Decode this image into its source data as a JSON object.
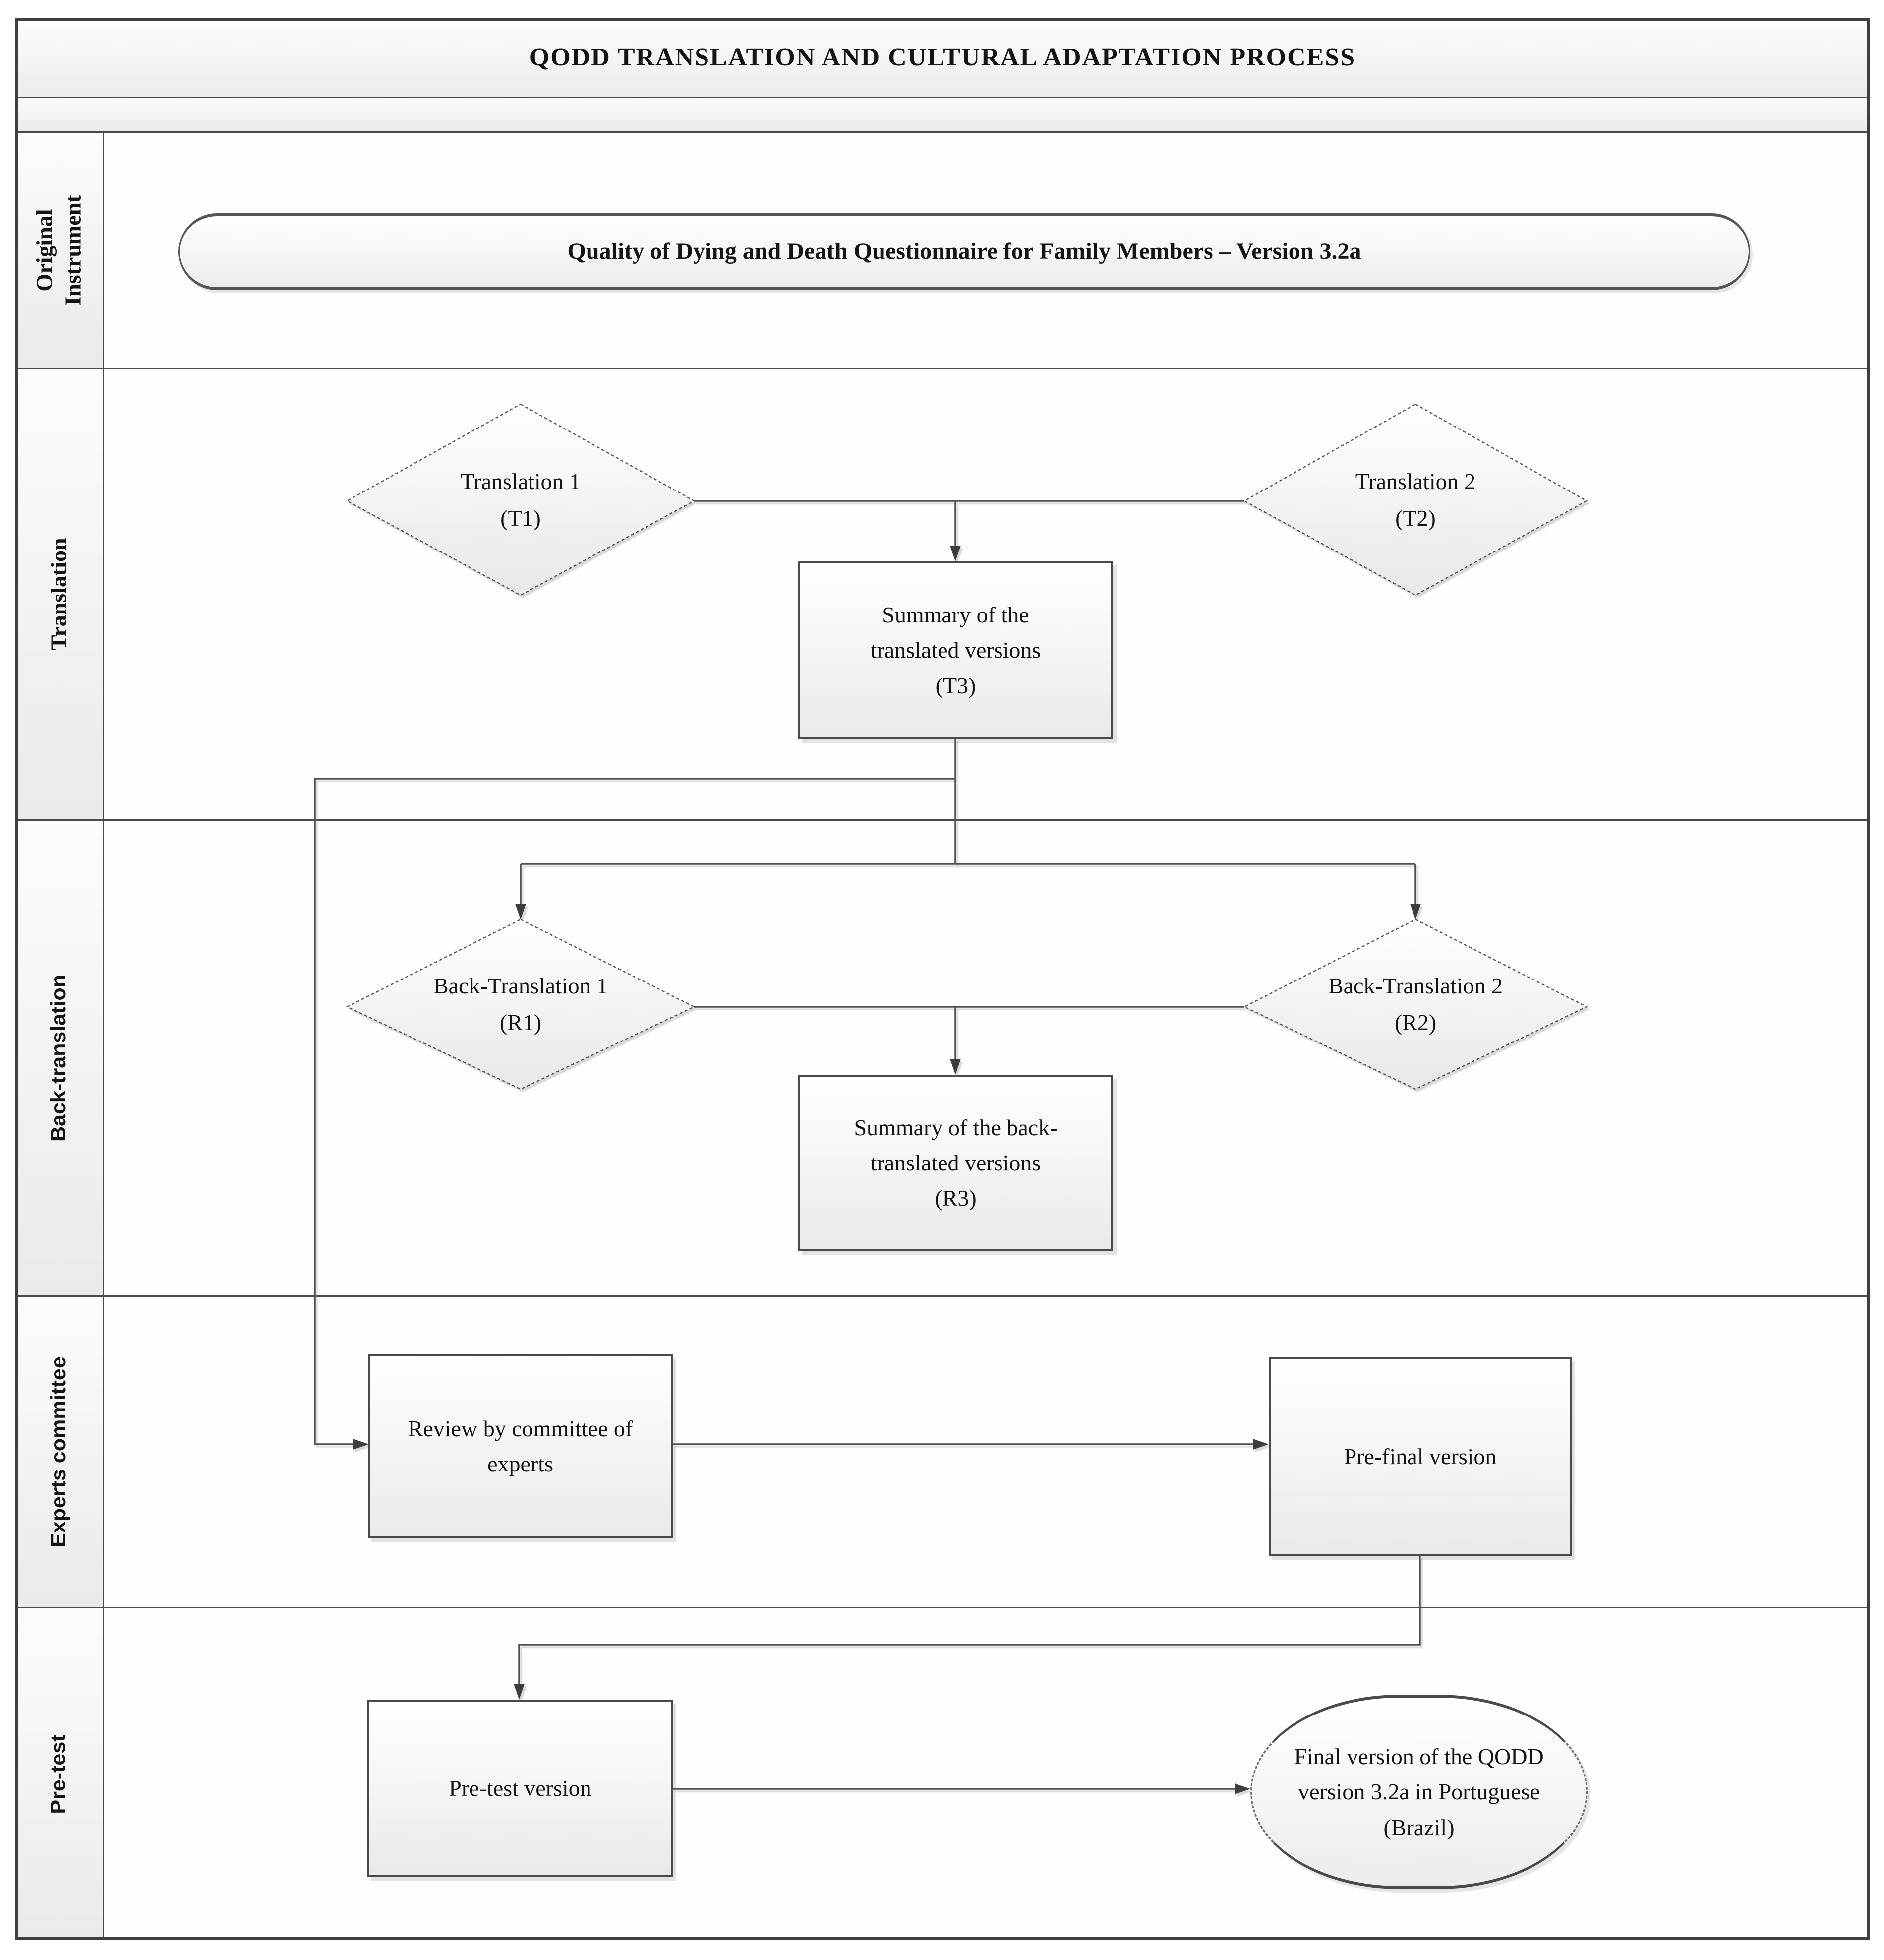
{
  "title": "QODD TRANSLATION AND CULTURAL ADAPTATION PROCESS",
  "lanes": {
    "original_instrument": "Original Instrument",
    "translation": "Translation",
    "back_translation": "Back-translation",
    "experts_committee": "Experts committee",
    "pre_test": "Pre-test"
  },
  "nodes": {
    "original_instrument": "Quality of Dying and Death Questionnaire for Family Members – Version 3.2a",
    "translation_1": {
      "label": "Translation 1",
      "code": "(T1)"
    },
    "translation_2": {
      "label": "Translation 2",
      "code": "(T2)"
    },
    "summary_translated": {
      "label": "Summary of the\ntranslated versions",
      "code": "(T3)"
    },
    "back_translation_1": {
      "label": "Back-Translation 1",
      "code": "(R1)"
    },
    "back_translation_2": {
      "label": "Back-Translation 2",
      "code": "(R2)"
    },
    "summary_back_translated": {
      "label": "Summary of the back-\ntranslated versions",
      "code": "(R3)"
    },
    "experts_review": "Review by committee of\nexperts",
    "pre_final": "Pre-final version",
    "pre_test": "Pre-test version",
    "final_version": "Final version of the QODD\nversion 3.2a in Portuguese\n(Brazil)"
  },
  "colors": {
    "line": "#4f4f4f",
    "shape_border": "#4a4a4a",
    "shape_fill_top": "#ffffff",
    "shape_fill_bottom": "#eaeaea",
    "text": "#141414"
  }
}
